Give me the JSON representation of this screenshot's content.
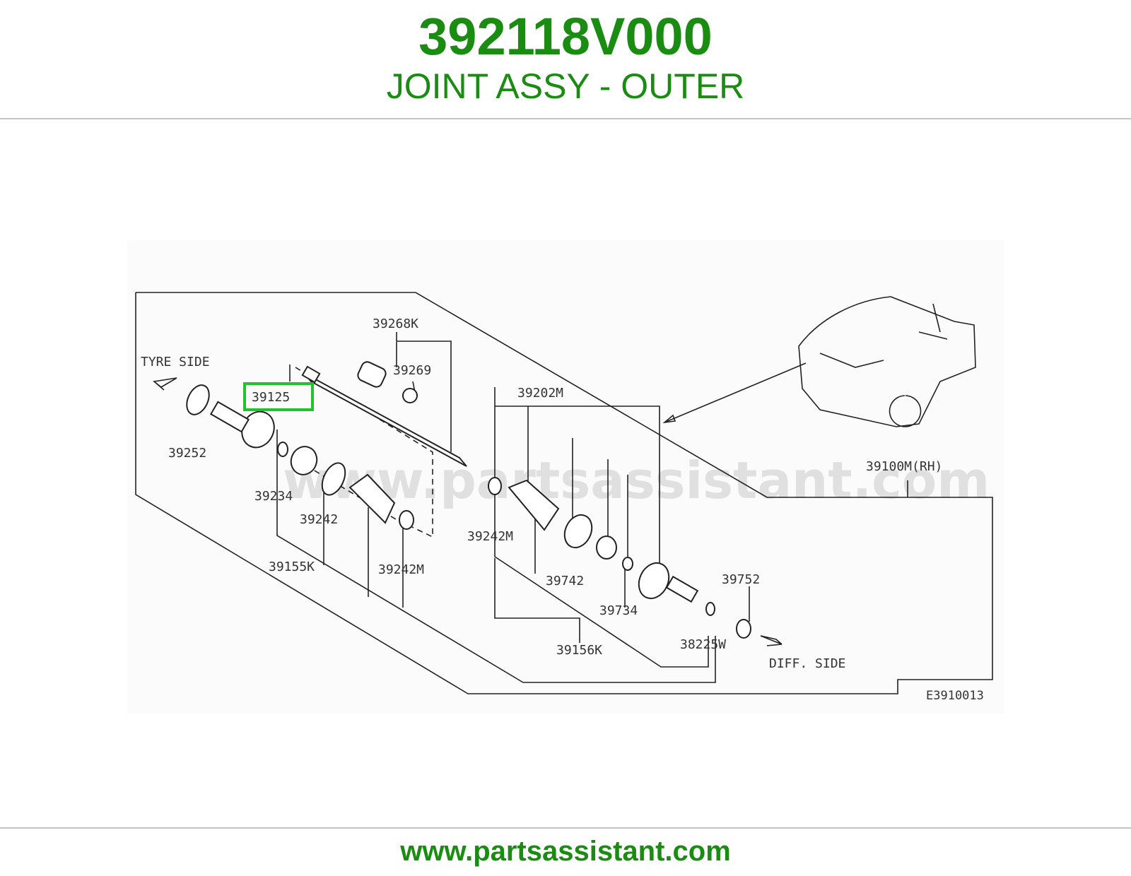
{
  "header": {
    "part_number": "392118V000",
    "part_name": "JOINT ASSY - OUTER"
  },
  "diagram": {
    "watermark": "www.partsassistant.com",
    "side_labels": {
      "tyre_side": "TYRE SIDE",
      "diff_side": "DIFF. SIDE"
    },
    "highlighted_part": "39125",
    "part_labels": {
      "p39268k": "39268K",
      "p39269": "39269",
      "p39125": "39125",
      "p39202m": "39202M",
      "p39252": "39252",
      "p39100m": "39100M(RH)",
      "p39234": "39234",
      "p39242": "39242",
      "p39242m_a": "39242M",
      "p39155k": "39155K",
      "p39242m_b": "39242M",
      "p39742": "39742",
      "p39752": "39752",
      "p39734": "39734",
      "p39156k": "39156K",
      "p38225w": "38225W"
    },
    "figure_code": "E3910013",
    "highlight_color": "#22c22a"
  },
  "footer": {
    "url": "www.partsassistant.com"
  }
}
